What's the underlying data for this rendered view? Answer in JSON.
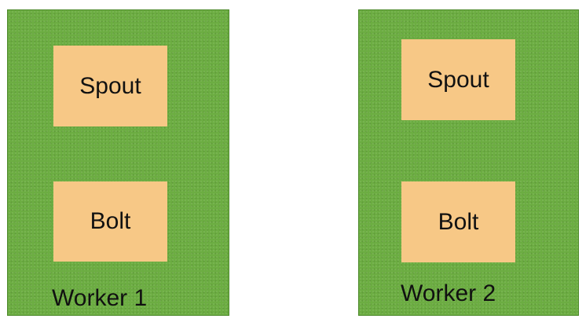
{
  "workers": [
    {
      "label": "Worker 1",
      "components": {
        "spout": "Spout",
        "bolt": "Bolt"
      }
    },
    {
      "label": "Worker 2",
      "components": {
        "spout": "Spout",
        "bolt": "Bolt"
      }
    }
  ],
  "colors": {
    "worker_fill": "#6cad42",
    "component_fill": "#f7c886",
    "text": "#111111"
  }
}
